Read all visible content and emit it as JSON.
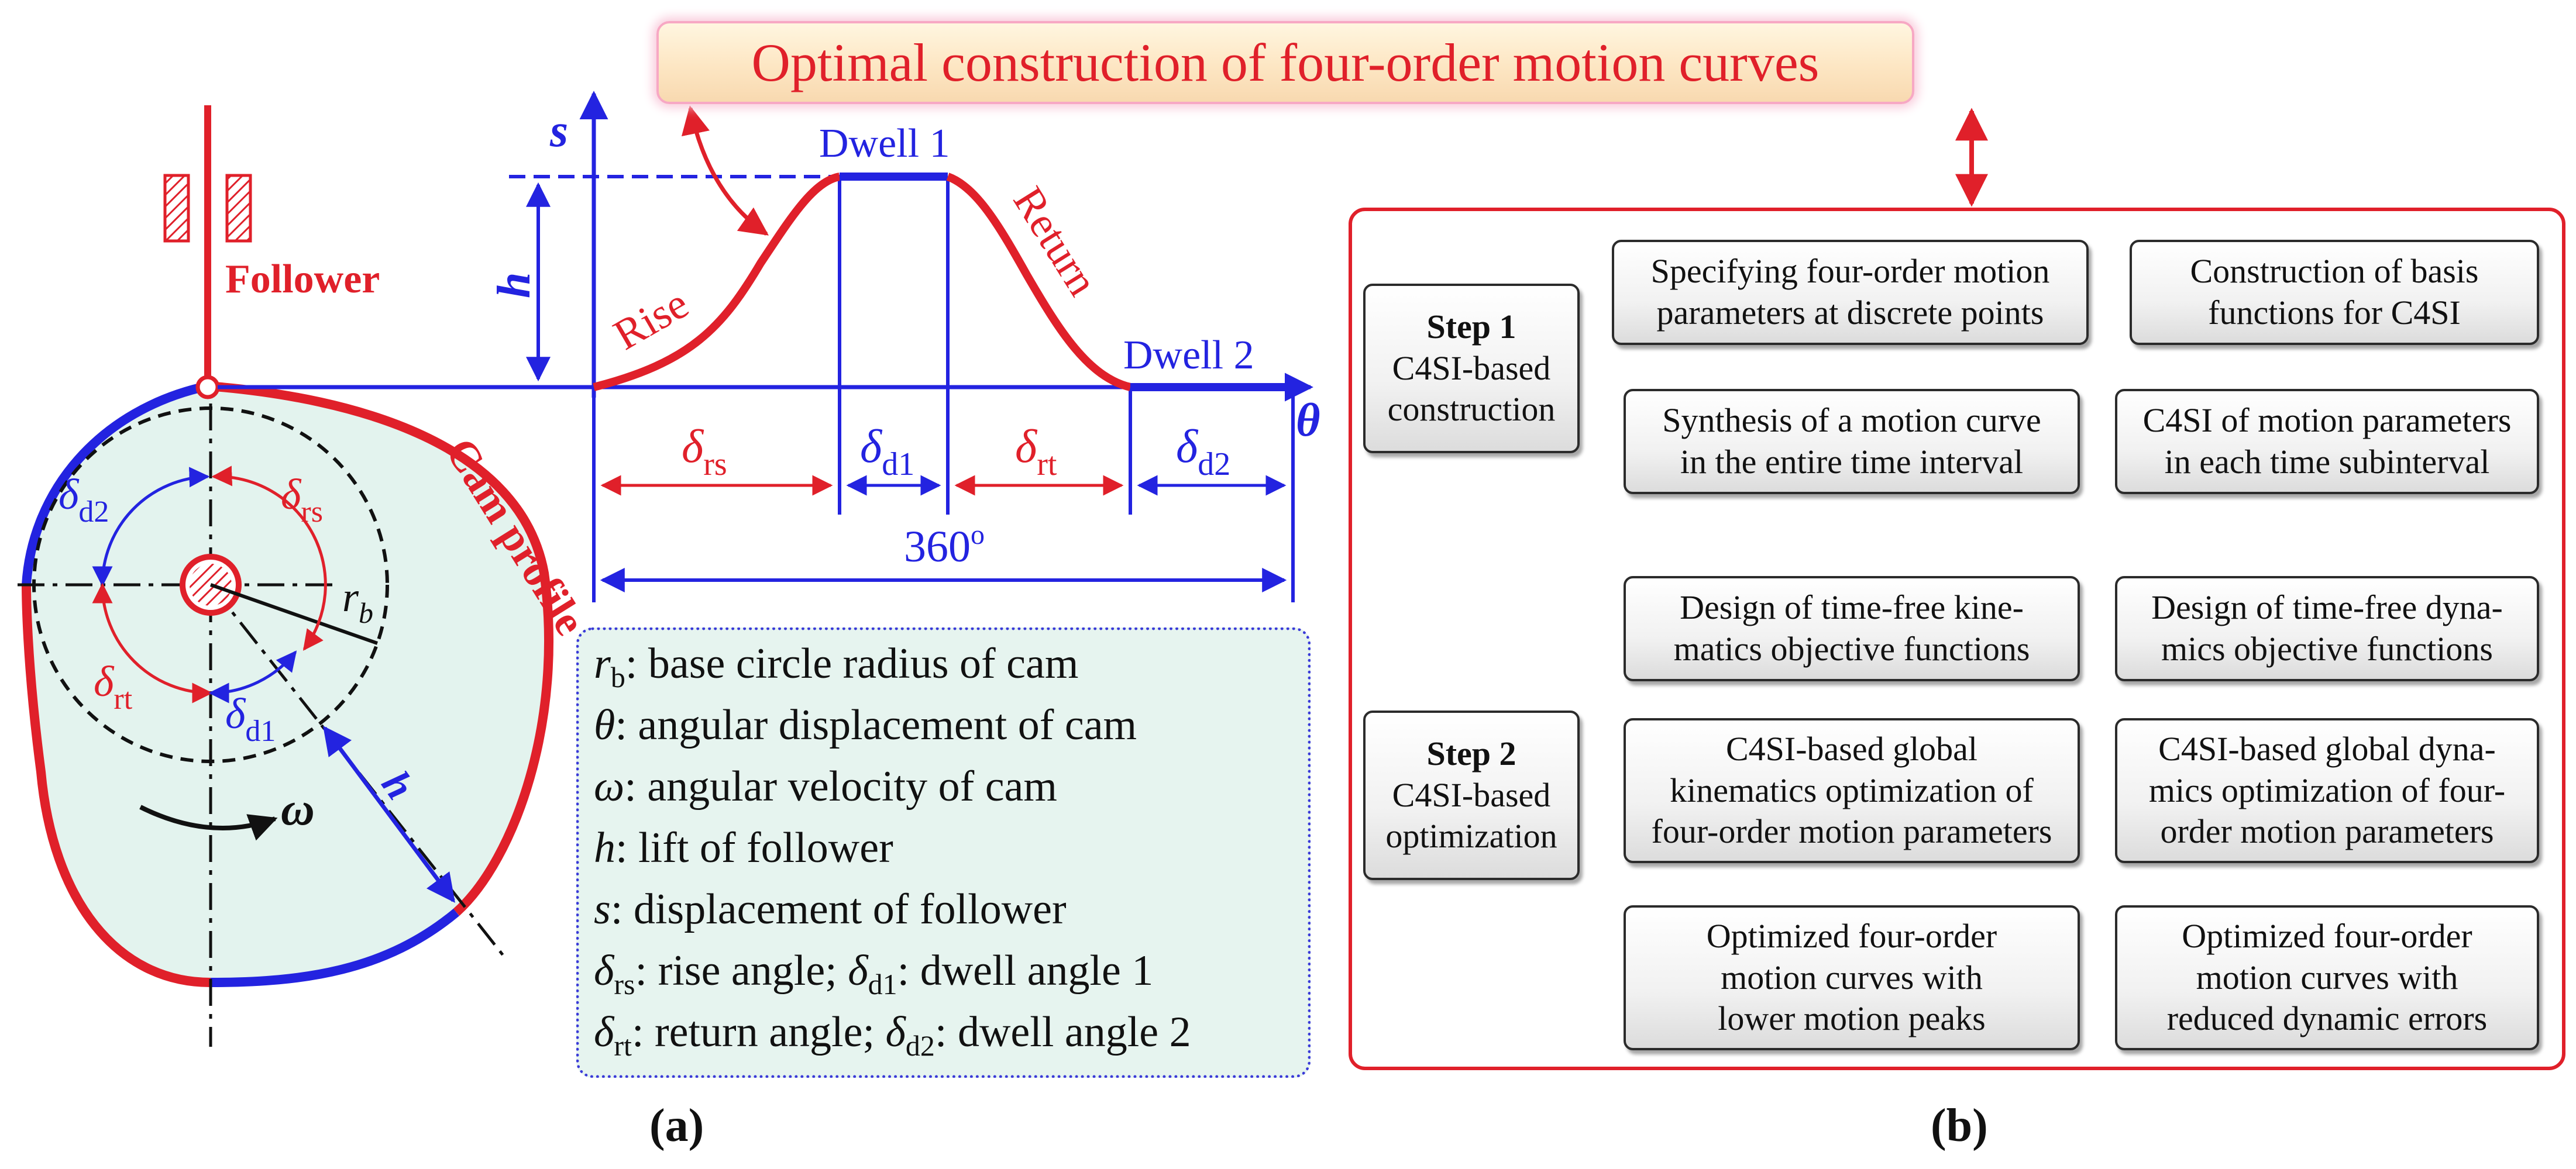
{
  "title": "Optimal construction of four-order motion curves",
  "panel_a": {
    "follower_label": "Follower",
    "cam_profile_label": "Cam profile",
    "omega_label": "ω",
    "rb_label": "r",
    "rb_sub": "b",
    "h_label": "h",
    "d2_label": "δ",
    "d2_sub": "d2",
    "rs_label": "δ",
    "rs_sub": "rs",
    "rt_label": "δ",
    "rt_sub": "rt",
    "d1_label": "δ",
    "d1_sub": "d1",
    "chart": {
      "s_axis": "s",
      "theta_axis": "θ",
      "h_axis": "h",
      "dwell1": "Dwell 1",
      "dwell2": "Dwell 2",
      "rise": "Rise",
      "return": "Return",
      "seg_rs": "δ",
      "seg_rs_sub": "rs",
      "seg_d1": "δ",
      "seg_d1_sub": "d1",
      "seg_rt": "δ",
      "seg_rt_sub": "rt",
      "seg_d2": "δ",
      "seg_d2_sub": "d2",
      "total": "360",
      "total_sup": "o"
    },
    "legend": [
      {
        "sym": "r",
        "sub": "b",
        "text": ": base circle radius of cam"
      },
      {
        "sym": "θ",
        "sub": "",
        "text": ": angular displacement of cam"
      },
      {
        "sym": "ω",
        "sub": "",
        "text": ": angular velocity of cam"
      },
      {
        "sym": "h",
        "sub": "",
        "text": ": lift of follower"
      },
      {
        "sym": "s",
        "sub": "",
        "text": ": displacement of follower"
      }
    ],
    "legend_pairs": [
      {
        "sym1": "δ",
        "sub1": "rs",
        "text1": ": rise angle; ",
        "sym2": "δ",
        "sub2": "d1",
        "text2": ": dwell angle 1"
      },
      {
        "sym1": "δ",
        "sub1": "rt",
        "text1": ": return angle; ",
        "sym2": "δ",
        "sub2": "d2",
        "text2": ": dwell angle 2"
      }
    ],
    "caption": "(a)"
  },
  "panel_b": {
    "step1": {
      "title": "Step 1",
      "line1": "C4SI-based",
      "line2": "construction"
    },
    "step2": {
      "title": "Step 2",
      "line1": "C4SI-based",
      "line2": "optimization"
    },
    "boxes": {
      "specify": [
        "Specifying four-order motion",
        "parameters at discrete points"
      ],
      "basis": [
        "Construction of basis",
        "functions for C4SI"
      ],
      "synthesis": [
        "Synthesis of a motion curve",
        "in the entire time interval"
      ],
      "c4si_sub": [
        "C4SI of motion parameters",
        "in each time subinterval"
      ],
      "design_kin": [
        "Design of time-free kine-",
        "matics objective functions"
      ],
      "design_dyn": [
        "Design of time-free dyna-",
        "mics objective functions"
      ],
      "global_kin": [
        "C4SI-based global",
        "kinematics optimization of",
        "four-order motion parameters"
      ],
      "global_dyn": [
        "C4SI-based global dyna-",
        "mics optimization of four-",
        "order motion parameters"
      ],
      "opt_kin": [
        "Optimized four-order",
        "motion curves with",
        "lower motion peaks"
      ],
      "opt_dyn": [
        "Optimized four-order",
        "motion curves with",
        "reduced dynamic errors"
      ]
    },
    "caption": "(b)"
  },
  "colors": {
    "red": "#e0202a",
    "blue": "#2323e0",
    "cam_fill": "#e3f3ee"
  }
}
